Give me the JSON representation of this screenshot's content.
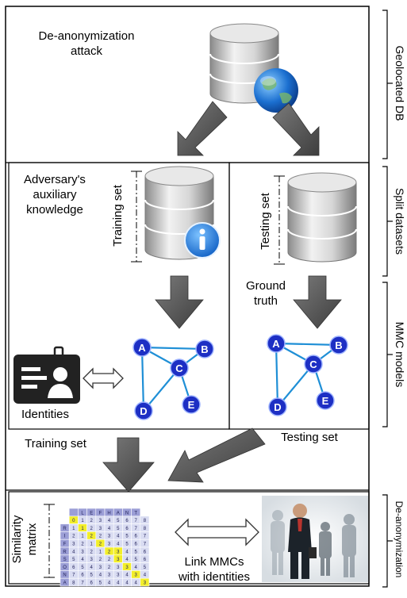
{
  "sections": {
    "geolocated_db": "Geolocated DB",
    "split_datasets": "Split datasets",
    "mmc_models": "MMC models",
    "de_anonymization": "De-anonymization"
  },
  "top": {
    "attack_line1": "De-anonymization",
    "attack_line2": "attack"
  },
  "left_panel": {
    "adversary_line1": "Adversary's",
    "adversary_line2": "auxiliary",
    "adversary_line3": "knowledge",
    "training_set": "Training set",
    "identities": "Identities"
  },
  "right_panel": {
    "testing_set": "Testing set",
    "ground_line1": "Ground",
    "ground_line2": "truth"
  },
  "graph": {
    "nodes": [
      "A",
      "B",
      "C",
      "D",
      "E"
    ]
  },
  "lower": {
    "training_set": "Training set",
    "testing_set": "Testing set"
  },
  "bottom": {
    "similarity_line1": "Similarity",
    "similarity_line2": "matrix",
    "link_line1": "Link MMCs",
    "link_line2": "with identities"
  },
  "matrix": {
    "col_headers": [
      "",
      "L",
      "E",
      "F",
      "H",
      "A",
      "N",
      "T"
    ],
    "row_headers": [
      "R",
      "I",
      "F",
      "R",
      "S",
      "O",
      "N",
      "A"
    ],
    "corner": "0",
    "top_row": [
      "1",
      "2",
      "3",
      "4",
      "5",
      "6",
      "7",
      "8"
    ],
    "rows": [
      [
        "1",
        "1",
        "2",
        "3",
        "4",
        "5",
        "6",
        "7",
        "8"
      ],
      [
        "2",
        "1",
        "2",
        "2",
        "3",
        "4",
        "5",
        "6",
        "7"
      ],
      [
        "3",
        "2",
        "1",
        "2",
        "3",
        "4",
        "5",
        "6",
        "7"
      ],
      [
        "4",
        "3",
        "2",
        "1",
        "2",
        "3",
        "4",
        "5",
        "6"
      ],
      [
        "5",
        "4",
        "3",
        "2",
        "2",
        "3",
        "4",
        "5",
        "6"
      ],
      [
        "6",
        "5",
        "4",
        "3",
        "2",
        "3",
        "3",
        "4",
        "5"
      ],
      [
        "7",
        "6",
        "5",
        "4",
        "3",
        "3",
        "4",
        "3",
        "4"
      ],
      [
        "8",
        "7",
        "6",
        "5",
        "4",
        "4",
        "4",
        "4",
        "3"
      ]
    ]
  },
  "colors": {
    "arrow": "#555555",
    "node": "#1d2fc4",
    "edge": "#1f8fd6",
    "globe": "#1b6fd0",
    "info": "#1e7be0",
    "matrix_header": "#9b9ed6",
    "matrix_cell": "#d9dcf2",
    "matrix_highlight": "#f2ee2a"
  }
}
